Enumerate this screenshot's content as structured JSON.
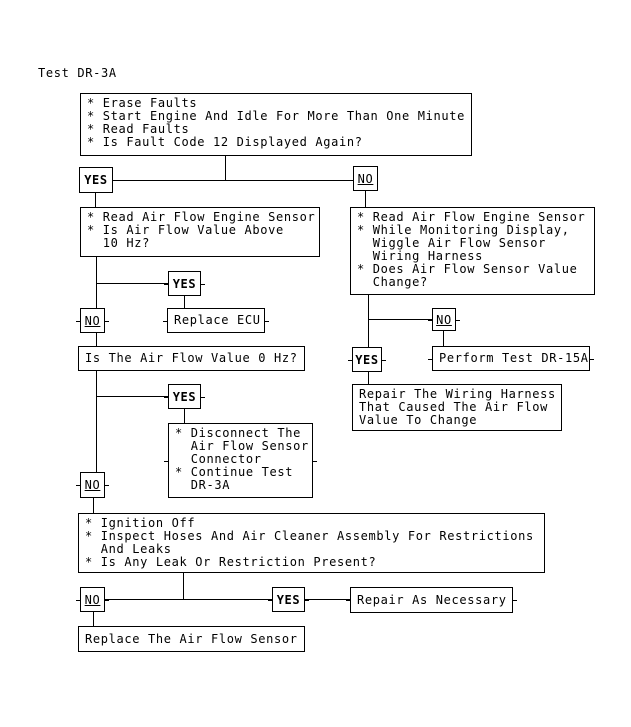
{
  "page": {
    "title": "Test DR-3A"
  },
  "labels": {
    "yes": "YES",
    "no": "NO"
  },
  "nodes": {
    "fault_check": {
      "text": "* Erase Faults\n* Start Engine And Idle For More Than One Minute\n* Read Faults\n* Is Fault Code 12 Displayed Again?"
    },
    "read_airflow_value": {
      "text": "* Read Air Flow Engine Sensor\n* Is Air Flow Value Above\n  10 Hz?"
    },
    "wiggle_harness": {
      "text": "* Read Air Flow Engine Sensor\n* While Monitoring Display,\n  Wiggle Air Flow Sensor\n  Wiring Harness\n* Does Air Flow Sensor Value\n  Change?"
    },
    "replace_ecu": {
      "text": "Replace ECU"
    },
    "airflow_zero": {
      "text": "Is The Air Flow Value 0 Hz?"
    },
    "disconnect_sensor": {
      "text": "* Disconnect The\n  Air Flow Sensor\n  Connector\n* Continue Test\n  DR-3A"
    },
    "perform_dr15a": {
      "text": "Perform Test DR-15A"
    },
    "repair_harness": {
      "text": "Repair The Wiring Harness\nThat Caused The Air Flow\nValue To Change"
    },
    "inspect_hoses": {
      "text": "* Ignition Off\n* Inspect Hoses And Air Cleaner Assembly For Restrictions\n  And Leaks\n* Is Any Leak Or Restriction Present?"
    },
    "repair_necessary": {
      "text": "Repair As Necessary"
    },
    "replace_sensor": {
      "text": "Replace The Air Flow Sensor"
    }
  },
  "colors": {
    "background": "#ffffff",
    "line": "#000000",
    "text": "#000000"
  }
}
